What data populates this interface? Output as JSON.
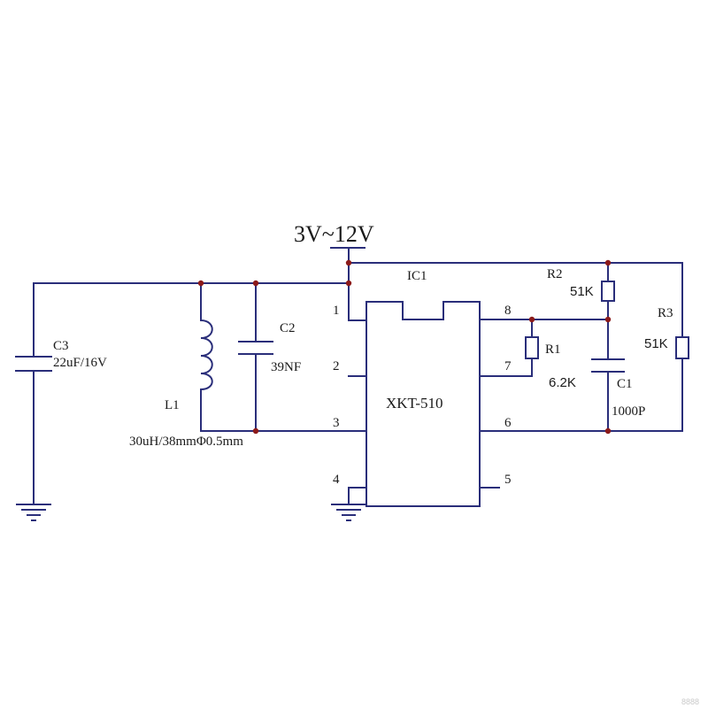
{
  "supply": {
    "label": "3V~12V"
  },
  "ic": {
    "ref": "IC1",
    "part": "XKT-510",
    "pins": [
      "1",
      "2",
      "3",
      "4",
      "5",
      "6",
      "7",
      "8"
    ]
  },
  "components": {
    "c3": {
      "ref": "C3",
      "value": "22uF/16V"
    },
    "c2": {
      "ref": "C2",
      "value": "39NF"
    },
    "l1": {
      "ref": "L1",
      "value": "30uH/38mmΦ0.5mm"
    },
    "r1": {
      "ref": "R1",
      "value": "6.2K"
    },
    "r2": {
      "ref": "R2",
      "value": "51K"
    },
    "r3": {
      "ref": "R3",
      "value": "51K"
    },
    "c1": {
      "ref": "C1",
      "value": "1000P"
    }
  },
  "watermark": "8888",
  "colors": {
    "wire": "#2a2e7a",
    "node": "#8b1a1a",
    "text": "#1a1a1a"
  }
}
